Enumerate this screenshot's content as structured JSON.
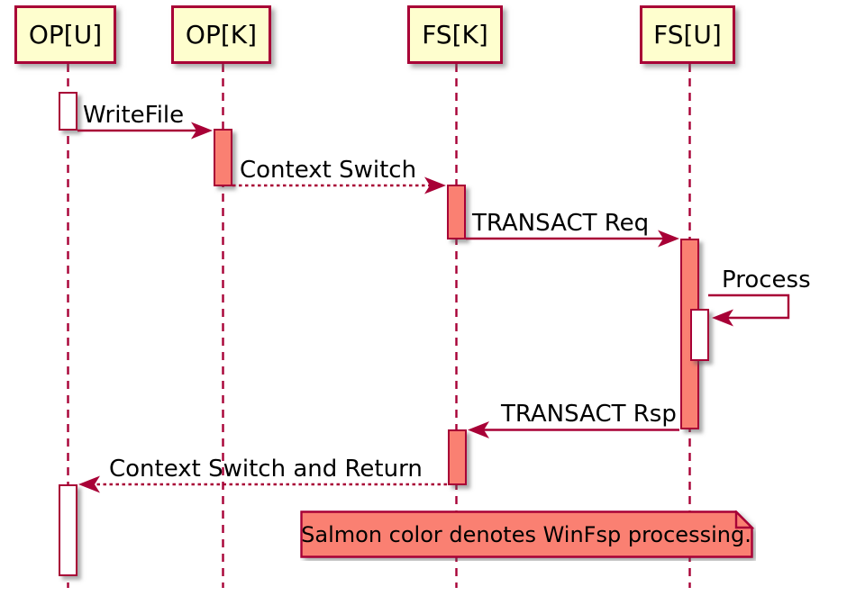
{
  "diagram": {
    "type": "sequence",
    "participants": [
      {
        "label": "OP[U]"
      },
      {
        "label": "OP[K]"
      },
      {
        "label": "FS[K]"
      },
      {
        "label": "FS[U]"
      }
    ],
    "messages": [
      {
        "label": "WriteFile",
        "from": "OP[U]",
        "to": "OP[K]",
        "line": "solid"
      },
      {
        "label": "Context Switch",
        "from": "OP[K]",
        "to": "FS[K]",
        "line": "dashed"
      },
      {
        "label": "TRANSACT Req",
        "from": "FS[K]",
        "to": "FS[U]",
        "line": "solid"
      },
      {
        "label": "Process",
        "from": "FS[U]",
        "to": "FS[U]",
        "line": "solid-self"
      },
      {
        "label": "TRANSACT Rsp",
        "from": "FS[U]",
        "to": "FS[K]",
        "line": "solid"
      },
      {
        "label": "Context Switch and Return",
        "from": "FS[K]",
        "to": "OP[U]",
        "line": "dashed"
      }
    ],
    "note": {
      "text": "Salmon color denotes WinFsp processing."
    },
    "colors": {
      "line": "#A80036",
      "participant_fill": "#FEFECE",
      "salmon_activation": "#FA8072",
      "idle_activation": "#FFFFFF",
      "text": "#000000",
      "background": "#FFFFFF"
    }
  }
}
